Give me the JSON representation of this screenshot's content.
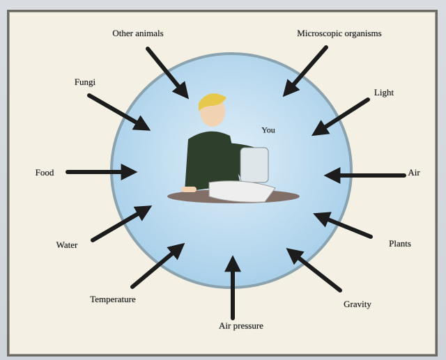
{
  "diagram": {
    "center_label": "You",
    "factors": {
      "other_animals": "Other animals",
      "microscopic_organisms": "Microscopic organisms",
      "fungi": "Fungi",
      "light": "Light",
      "food": "Food",
      "air": "Air",
      "water": "Water",
      "plants": "Plants",
      "temperature": "Temperature",
      "gravity": "Gravity",
      "air_pressure": "Air pressure"
    }
  }
}
